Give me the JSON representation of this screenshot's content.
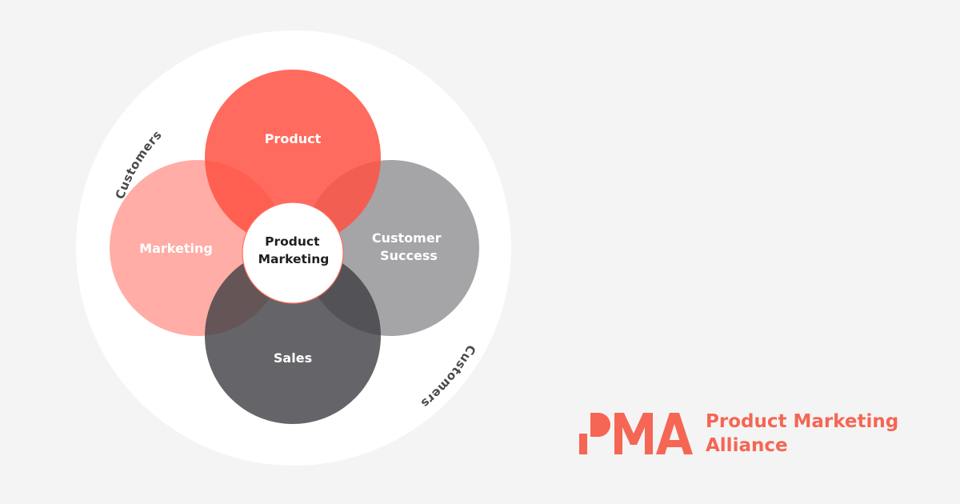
{
  "diagram": {
    "outer_ring_labels": [
      "Customers",
      "Customers"
    ],
    "circles": [
      {
        "id": "product",
        "label_lines": [
          "Product"
        ],
        "color": "#ff5f52"
      },
      {
        "id": "marketing",
        "label_lines": [
          "Marketing"
        ],
        "color": "#ffada6"
      },
      {
        "id": "customer-success",
        "label_lines": [
          "Customer",
          "Success"
        ],
        "color": "#9a9a9c"
      },
      {
        "id": "sales",
        "label_lines": [
          "Sales"
        ],
        "color": "#555559"
      }
    ],
    "center": {
      "label_lines": [
        "Product",
        "Marketing"
      ],
      "border_color": "#ff6f61"
    }
  },
  "logo": {
    "mark_text": "PMA",
    "name_line1": "Product Marketing",
    "name_line2": "Alliance",
    "color": "#f56654"
  },
  "colors": {
    "background": "#f4f4f4",
    "outer_disk": "#ffffff",
    "ring_text": "#4a4a4a"
  }
}
